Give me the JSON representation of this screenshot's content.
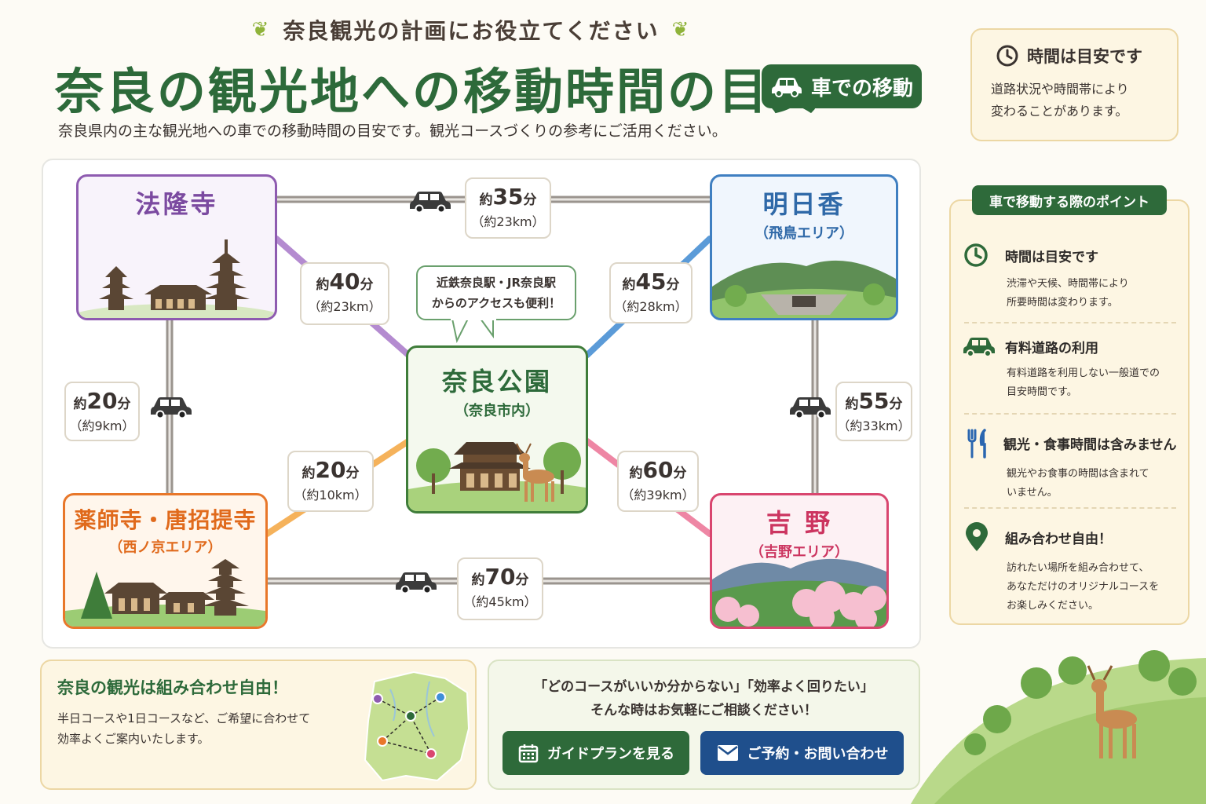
{
  "header": {
    "tagline": "奈良観光の計画にお役立てください",
    "title": "奈良の観光地への移動時間の目安",
    "badge": "車での移動",
    "subtitle": "奈良県内の主な観光地への車での移動時間の目安です。観光コースづくりの参考にご活用ください。"
  },
  "time_note": {
    "title": "時間は目安です",
    "line1": "道路状況や時間帯により",
    "line2": "変わることがあります。"
  },
  "nodes": {
    "horyuji": {
      "name": "法隆寺",
      "color": "#8e5bb0"
    },
    "asuka": {
      "name": "明日香",
      "sub": "（飛鳥エリア）",
      "color": "#3f7fc1"
    },
    "nara_park": {
      "name": "奈良公園",
      "sub": "（奈良市内）",
      "color": "#3f7d3a"
    },
    "yakushiji": {
      "name": "薬師寺・唐招提寺",
      "sub": "（西ノ京エリア）",
      "color": "#e8772a"
    },
    "yoshino": {
      "name": "吉 野",
      "sub": "（吉野エリア）",
      "color": "#d9466f"
    }
  },
  "bubble": {
    "line1": "近鉄奈良駅・JR奈良駅",
    "line2": "からのアクセスも便利！"
  },
  "routes": {
    "horyuji_asuka": {
      "prefix": "約",
      "time": "35",
      "unit": "分",
      "dist": "（約23km）"
    },
    "horyuji_park": {
      "prefix": "約",
      "time": "40",
      "unit": "分",
      "dist": "（約23km）"
    },
    "asuka_park": {
      "prefix": "約",
      "time": "45",
      "unit": "分",
      "dist": "（約28km）"
    },
    "horyuji_yakushiji": {
      "prefix": "約",
      "time": "20",
      "unit": "分",
      "dist": "（約9km）"
    },
    "asuka_yoshino": {
      "prefix": "約",
      "time": "55",
      "unit": "分",
      "dist": "（約33km）"
    },
    "yakushiji_park": {
      "prefix": "約",
      "time": "20",
      "unit": "分",
      "dist": "（約10km）"
    },
    "yoshino_park": {
      "prefix": "約",
      "time": "60",
      "unit": "分",
      "dist": "（約39km）"
    },
    "yakushiji_yoshino": {
      "prefix": "約",
      "time": "70",
      "unit": "分",
      "dist": "（約45km）"
    }
  },
  "points": {
    "title": "車で移動する際のポイント",
    "items": [
      {
        "icon": "clock-icon",
        "title": "時間は目安です",
        "line1": "渋滞や天候、時間帯により",
        "line2": "所要時間は変わります。"
      },
      {
        "icon": "car-icon",
        "title": "有料道路の利用",
        "line1": "有料道路を利用しない一般道での",
        "line2": "目安時間です。"
      },
      {
        "icon": "fork-knife-icon",
        "title": "観光・食事時間は含みません",
        "line1": "観光やお食事の時間は含まれて",
        "line2": "いません。"
      },
      {
        "icon": "map-pin-icon",
        "title": "組み合わせ自由！",
        "line1": "訪れたい場所を組み合わせて、",
        "line2": "あなただけのオリジナルコースを",
        "line3": "お楽しみください。"
      }
    ]
  },
  "bottom_left": {
    "title": "奈良の観光は組み合わせ自由！",
    "line1": "半日コースや1日コースなど、ご希望に合わせて",
    "line2": "効率よくご案内いたします。"
  },
  "bottom_mid": {
    "line1": "「どのコースがいいか分からない」「効率よく回りたい」",
    "line2": "そんな時はお気軽にご相談ください！",
    "guide_button": "ガイドプランを見る",
    "contact_button": "ご予約・お問い合わせ"
  },
  "colors": {
    "brand_green": "#2e6a3a",
    "contact_blue": "#1f4f8c",
    "road_gray": "#9a948e"
  }
}
